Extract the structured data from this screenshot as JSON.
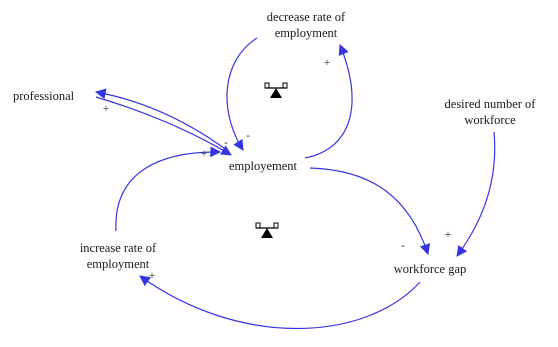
{
  "colors": {
    "link": "#3535e0",
    "text": "#1a1a1a",
    "marker": "#000000"
  },
  "nodes": {
    "decrease_rate_line1": "decrease rate of",
    "decrease_rate_line2": "employment",
    "professional": "professional",
    "desired_line1": "desired number of",
    "desired_line2": "workforce",
    "employment": "employement",
    "increase_rate_line1": "increase rate of",
    "increase_rate_line2": "employment",
    "workforce_gap": "workforce gap"
  },
  "polarities": {
    "decrease_to_employment": "-",
    "employment_to_decrease": "+",
    "employment_to_professional": "+",
    "professional_to_employment": "-",
    "increase_to_employment": "+",
    "employment_to_gap": "-",
    "desired_to_gap": "+",
    "gap_to_increase": "+"
  },
  "icons": {
    "upper_loop": "balancing-loop-icon",
    "lower_loop": "balancing-loop-icon"
  }
}
